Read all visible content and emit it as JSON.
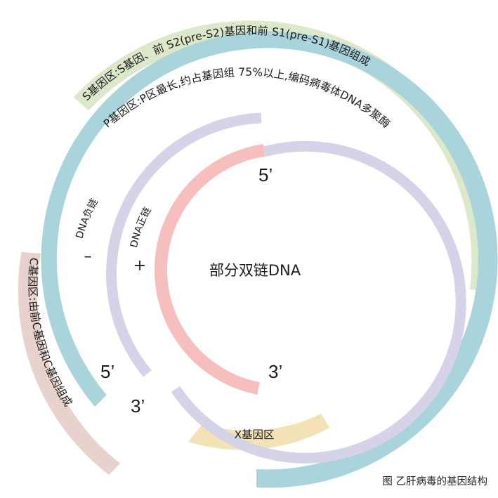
{
  "colors": {
    "s_region": "#dbe8c9",
    "p_region": "#a9d4dc",
    "c_region": "#e7d2cd",
    "x_region": "#f3e2b6",
    "minus_strand": "#d5d3e8",
    "plus_strand": "#f6bfbd"
  },
  "labels": {
    "s_region": "S基因区:S基因、前 S2(pre-S2)基因和前 S1(pre-S1)基因组成",
    "p_region": "P基因区:P区最长,约占基因组 75%以上,编码病毒体DNA多聚酶",
    "c_region": "C基因区:由前C基因和C基因组成",
    "x_region": "X基因区",
    "minus_strand": "DNA负链",
    "plus_strand": "DNA正链",
    "minus_sign": "–",
    "plus_sign": "+",
    "center": "部分双链DNA",
    "five_prime_top": "5’",
    "three_prime_right": "3’",
    "five_prime_left": "5’",
    "three_prime_bottom": "3’"
  },
  "caption": "图  乙肝病毒的基因结构"
}
